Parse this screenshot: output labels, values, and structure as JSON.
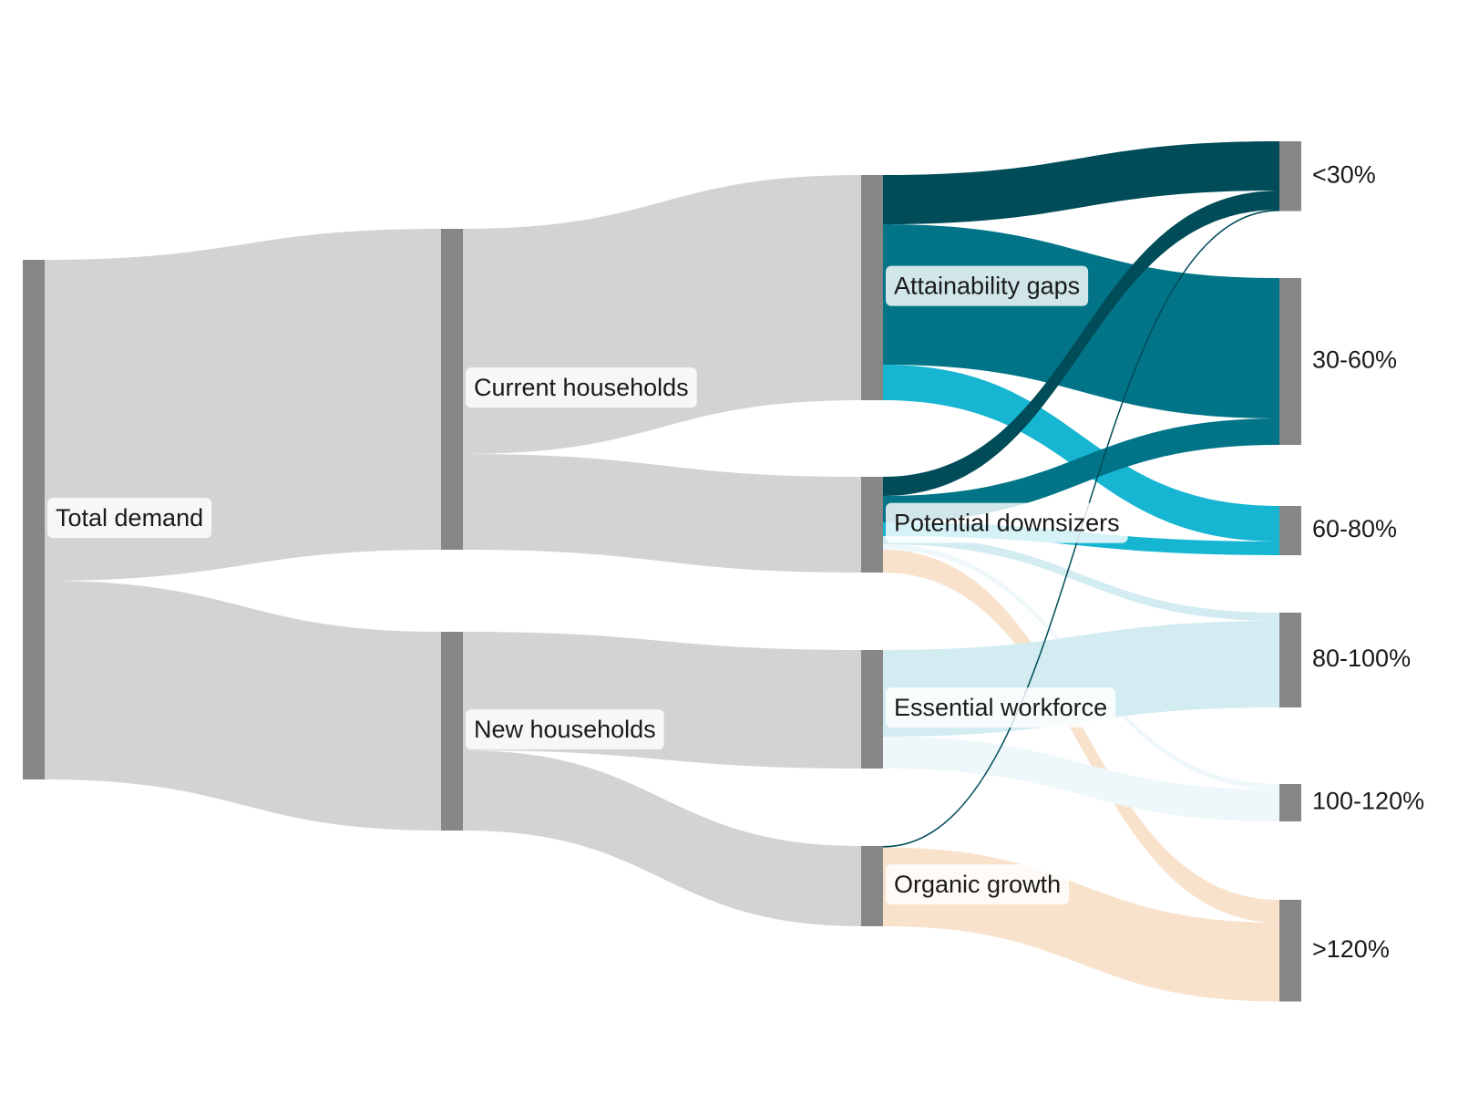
{
  "chart_data": {
    "type": "sankey",
    "colors": {
      "node": "#878787",
      "gray_flow": "#d3d3d3",
      "lt30": "#014c59",
      "b30_60": "#017587",
      "b60_80": "#16b6d2",
      "b80_100": "#d2ecf1",
      "b100_120": "#eef8fa",
      "gt120": "#f8e2cc"
    },
    "nodes": [
      {
        "id": "total",
        "label": "Total demand"
      },
      {
        "id": "current",
        "label": "Current households"
      },
      {
        "id": "new",
        "label": "New households"
      },
      {
        "id": "attain",
        "label": "Attainability gaps"
      },
      {
        "id": "down",
        "label": "Potential downsizers"
      },
      {
        "id": "ess",
        "label": "Essential workforce"
      },
      {
        "id": "org",
        "label": "Organic growth"
      },
      {
        "id": "lt30",
        "label": "<30%"
      },
      {
        "id": "b30_60",
        "label": "30-60%"
      },
      {
        "id": "b60_80",
        "label": "60-80%"
      },
      {
        "id": "b80_100",
        "label": "80-100%"
      },
      {
        "id": "b100_120",
        "label": "100-120%"
      },
      {
        "id": "gt120",
        "label": ">120%"
      }
    ],
    "links": [
      {
        "source": "total",
        "target": "current",
        "value": 352,
        "color": "gray_flow"
      },
      {
        "source": "total",
        "target": "new",
        "value": 218,
        "color": "gray_flow"
      },
      {
        "source": "current",
        "target": "attain",
        "value": 247,
        "color": "gray_flow"
      },
      {
        "source": "current",
        "target": "down",
        "value": 105,
        "color": "gray_flow"
      },
      {
        "source": "new",
        "target": "ess",
        "value": 130,
        "color": "gray_flow"
      },
      {
        "source": "new",
        "target": "org",
        "value": 88,
        "color": "gray_flow"
      },
      {
        "source": "attain",
        "target": "lt30",
        "value": 54,
        "color": "lt30"
      },
      {
        "source": "attain",
        "target": "b30_60",
        "value": 154,
        "color": "b30_60"
      },
      {
        "source": "attain",
        "target": "b60_80",
        "value": 39,
        "color": "b60_80"
      },
      {
        "source": "down",
        "target": "lt30",
        "value": 21,
        "color": "lt30"
      },
      {
        "source": "down",
        "target": "b30_60",
        "value": 29,
        "color": "b30_60"
      },
      {
        "source": "down",
        "target": "b60_80",
        "value": 15,
        "color": "b60_80"
      },
      {
        "source": "down",
        "target": "b80_100",
        "value": 9,
        "color": "b80_100"
      },
      {
        "source": "down",
        "target": "b100_120",
        "value": 6,
        "color": "b100_120"
      },
      {
        "source": "down",
        "target": "gt120",
        "value": 25,
        "color": "gt120"
      },
      {
        "source": "ess",
        "target": "b80_100",
        "value": 95,
        "color": "b80_100"
      },
      {
        "source": "ess",
        "target": "b100_120",
        "value": 35,
        "color": "b100_120"
      },
      {
        "source": "org",
        "target": "lt30",
        "value": 1.5,
        "color": "lt30"
      },
      {
        "source": "org",
        "target": "gt120",
        "value": 86.5,
        "color": "gt120"
      }
    ]
  }
}
